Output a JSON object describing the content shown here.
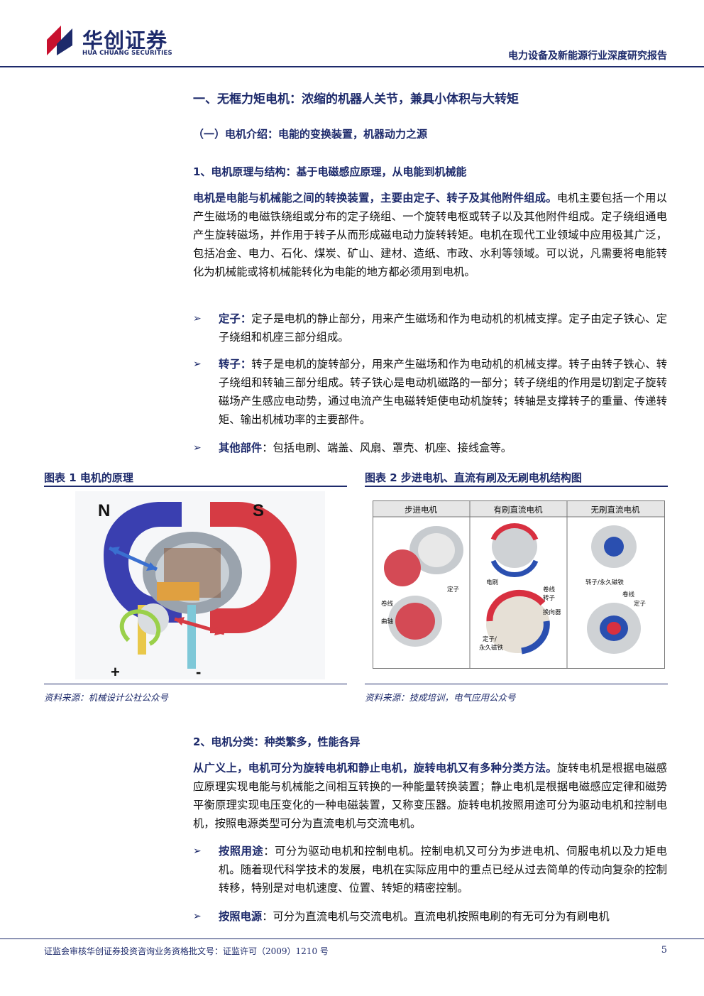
{
  "header": {
    "logo_cn": "华创证券",
    "logo_en": "HUA CHUANG SECURITIES",
    "report_title": "电力设备及新能源行业深度研究报告"
  },
  "section": {
    "h1": "一、无框力矩电机：浓缩的机器人关节，兼具小体积与大转矩",
    "h2": "（一）电机介绍：电能的变换装置，机器动力之源",
    "h3_principle": "1、电机原理与结构：基于电磁感应原理，从电能到机械能",
    "para1_bold": "电机是电能与机械能之间的转换装置，主要由定子、转子及其他附件组成。",
    "para1_rest": "电机主要包括一个用以产生磁场的电磁铁绕组或分布的定子绕组、一个旋转电枢或转子以及其他附件组成。定子绕组通电产生旋转磁场，并作用于转子从而形成磁电动力旋转转矩。电机在现代工业领域中应用极其广泛，包括冶金、电力、石化、煤炭、矿山、建材、造纸、市政、水利等领域。可以说，凡需要将电能转化为机械能或将机械能转化为电能的地方都必须用到电机。",
    "bullets1": [
      {
        "label": "定子：",
        "text": "定子是电机的静止部分，用来产生磁场和作为电动机的机械支撑。定子由定子铁心、定子绕组和机座三部分组成。"
      },
      {
        "label": "转子：",
        "text": "转子是电机的旋转部分，用来产生磁场和作为电动机的机械支撑。转子由转子铁心、转子绕组和转轴三部分组成。转子铁心是电动机磁路的一部分；转子绕组的作用是切割定子旋转磁场产生感应电动势，通过电流产生电磁转矩使电动机旋转；转轴是支撑转子的重量、传递转矩、输出机械功率的主要部件。"
      },
      {
        "label": "其他部件",
        "text": "：包括电刷、端盖、风扇、罩壳、机座、接线盒等。"
      }
    ],
    "h3_class": "2、电机分类：种类繁多，性能各异",
    "para2_bold": "从广义上，电机可分为旋转电机和静止电机，旋转电机又有多种分类方法。",
    "para2_rest": "旋转电机是根据电磁感应原理实现电能与机械能之间相互转换的一种能量转换装置；静止电机是根据电磁感应定律和磁势平衡原理实现电压变化的一种电磁装置，又称变压器。旋转电机按照用途可分为驱动电机和控制电机，按照电源类型可分为直流电机与交流电机。",
    "bullets2": [
      {
        "label": "按照用途",
        "text": "：可分为驱动电机和控制电机。控制电机又可分为步进电机、伺服电机以及力矩电机。随着现代科学技术的发展，电机在实际应用中的重点已经从过去简单的传动向复杂的控制转移，特别是对电机速度、位置、转矩的精密控制。"
      },
      {
        "label": "按照电源",
        "text": "：可分为直流电机与交流电机。直流电机按照电刷的有无可分为有刷电机"
      }
    ]
  },
  "figure1": {
    "title": "图表 1  电机的原理",
    "source": "资料来源：机械设计公社公众号",
    "labels": {
      "n": "N",
      "s": "S",
      "plus": "+",
      "minus": "-"
    }
  },
  "figure2": {
    "title": "图表 2  步进电机、直流有刷及无刷电机结构图",
    "source": "资料来源：技成培训，电气应用公众号",
    "columns": [
      "步进电机",
      "有刷直流电机",
      "无刷直流电机"
    ],
    "labels": {
      "stator": "定子",
      "coil": "卷线",
      "shaft": "曲轴",
      "brush": "电刷",
      "coil2": "卷线",
      "rotor": "转子",
      "commutator": "换向器",
      "stator_magnet_1": "定子/",
      "stator_magnet_2": "永久磁铁",
      "rotor_magnet": "转子/永久磁铁",
      "coil3": "卷线",
      "stator3": "定子"
    }
  },
  "footer": {
    "license": "证监会审核华创证券投资咨询业务资格批文号：证监许可（2009）1210 号",
    "page": "5"
  }
}
